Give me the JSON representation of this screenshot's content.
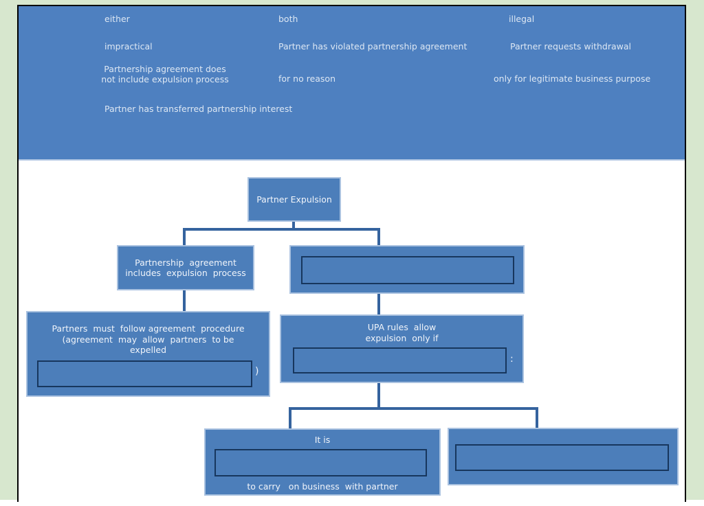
{
  "page": {
    "background_green": "#d7e7ce",
    "frame_border_color": "#000000"
  },
  "word_bank": {
    "background_color": "#4e80c0",
    "text_color": "#dde7f3",
    "items": [
      {
        "label": "either"
      },
      {
        "label": "both"
      },
      {
        "label": "illegal"
      },
      {
        "label": "impractical"
      },
      {
        "label": "Partner has violated partnership agreement"
      },
      {
        "label": "Partner requests withdrawal"
      },
      {
        "label": "Partnership agreement does\nnot include expulsion process"
      },
      {
        "label": "for no reason"
      },
      {
        "label": "only for legitimate business purpose"
      },
      {
        "label": "Partner has transferred partnership interest"
      }
    ]
  },
  "flowchart": {
    "box_fill_color": "#4c7eba",
    "box_border_color": "#aac2e0",
    "slot_border_color": "#17365d",
    "connector_color": "#35639e",
    "text_color": "#f0f4fa",
    "root_label": "Partner Expulsion",
    "agreement_includes_label": "Partnership  agreement\nincludes  expulsion  process",
    "partners_follow_label": "Partners  must  follow agreement  procedure\n(agreement  may  allow  partners  to be\nexpelled",
    "partners_follow_suffix": ")",
    "upa_label": "UPA rules  allow\nexpulsion  only if",
    "upa_suffix": ":",
    "itis_prefix": "It is",
    "itis_suffix": "to carry   on business  with partner"
  }
}
